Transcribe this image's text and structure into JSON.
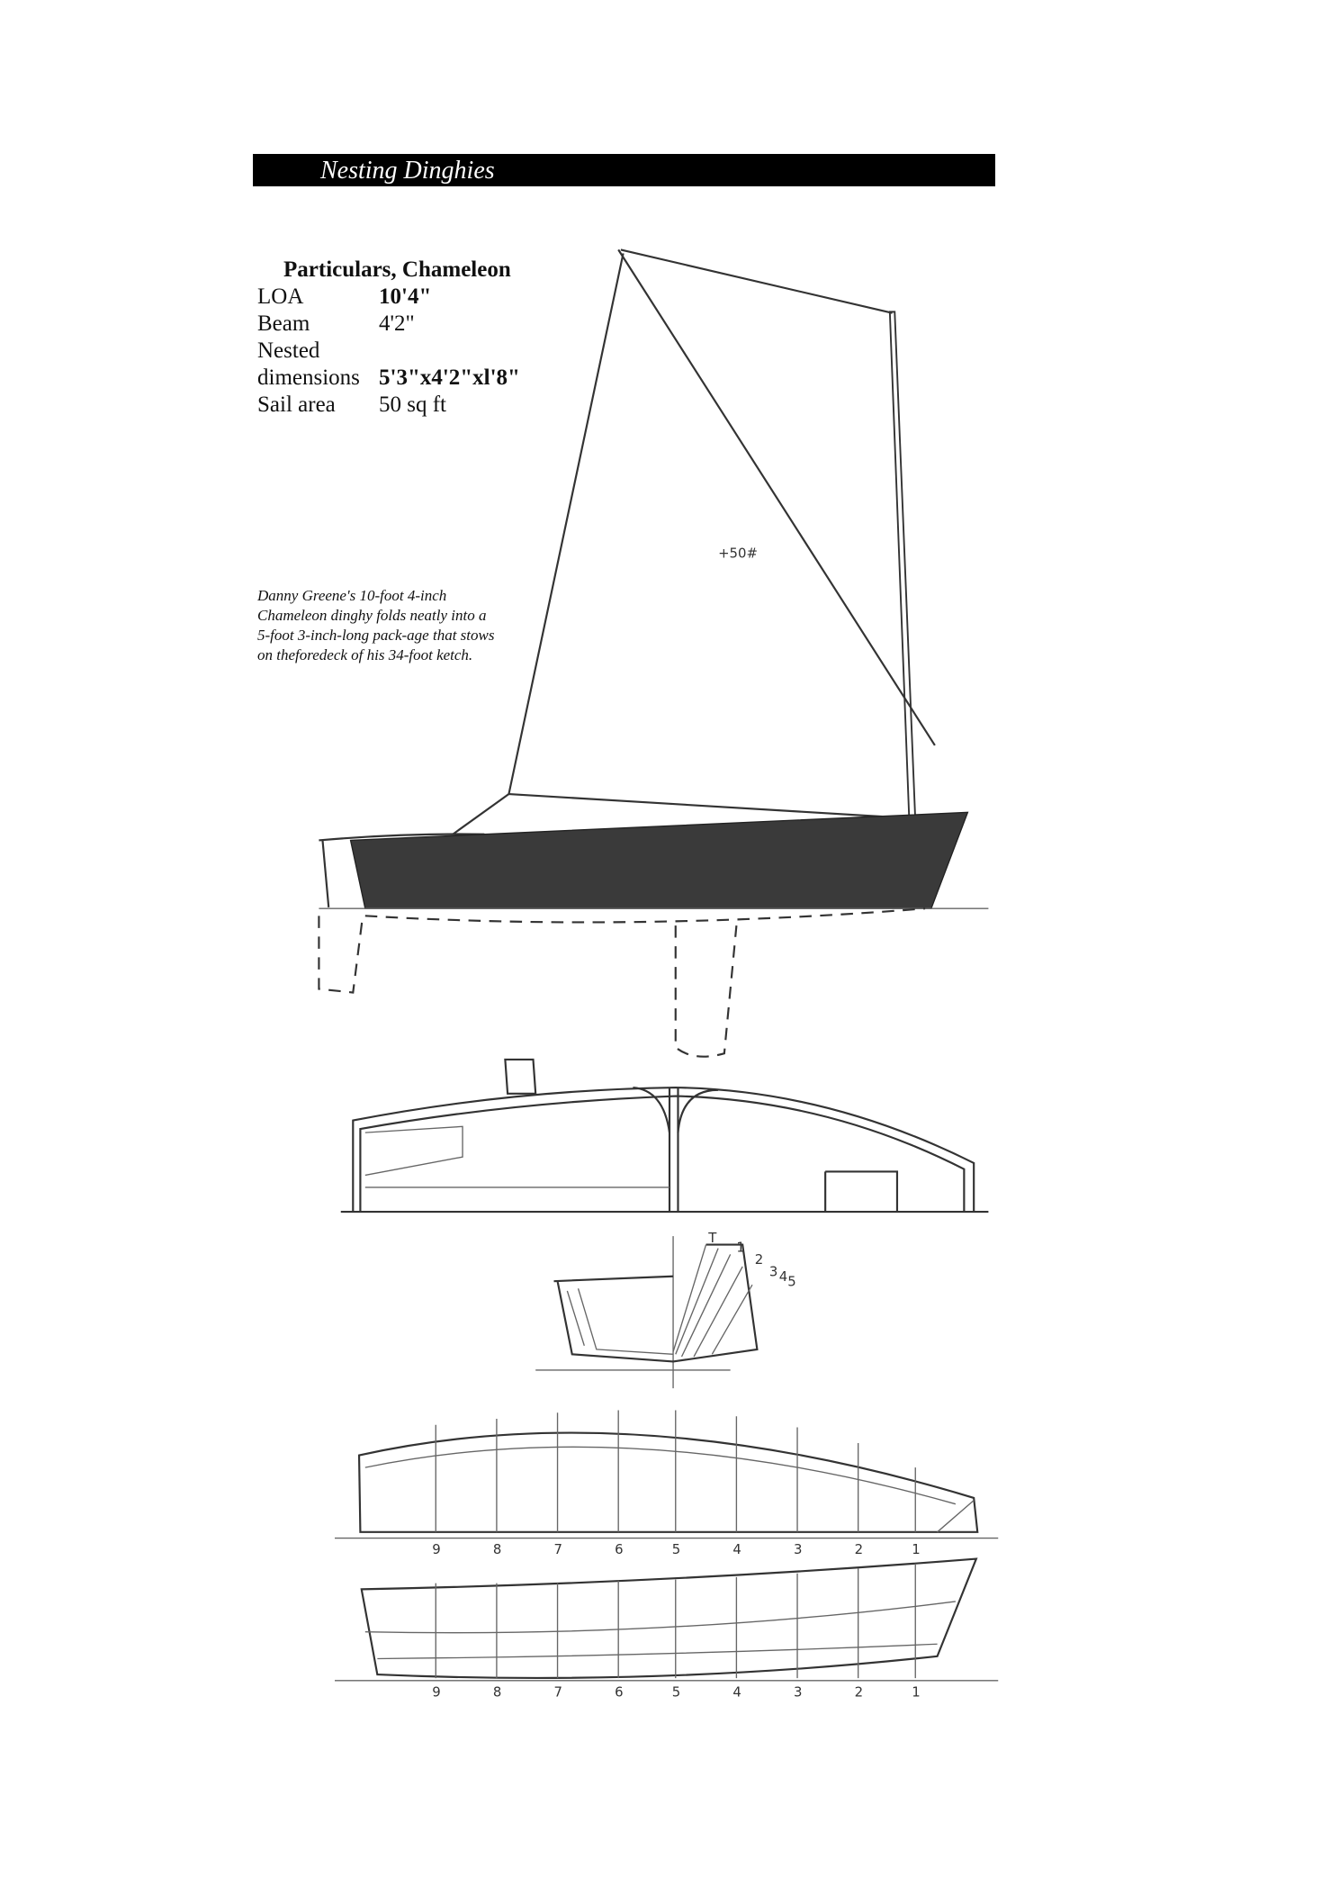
{
  "header": {
    "title": "Nesting Dinghies"
  },
  "particulars": {
    "title": "Particulars, Chameleon",
    "rows": [
      {
        "label": "LOA",
        "value": "10'4\""
      },
      {
        "label": "Beam",
        "value": "4'2\""
      },
      {
        "label": "Nested",
        "value": ""
      },
      {
        "label": "dimensions",
        "value": "5'3\"x4'2\"xl'8\""
      },
      {
        "label": "Sail area",
        "value": "50 sq ft"
      }
    ]
  },
  "caption": "Danny Greene's 10-foot 4-inch Chameleon dinghy folds neatly into a 5-foot 3-inch-long pack-age that stows on theforedeck of his 34-foot ketch.",
  "drawing": {
    "sail_note": "+50#",
    "section_labels": [
      "T",
      "1",
      "2",
      "3",
      "4",
      "5"
    ],
    "stations": [
      "9",
      "8",
      "7",
      "6",
      "5",
      "4",
      "3",
      "2",
      "1"
    ],
    "hull_color": "#3a3a3a"
  }
}
